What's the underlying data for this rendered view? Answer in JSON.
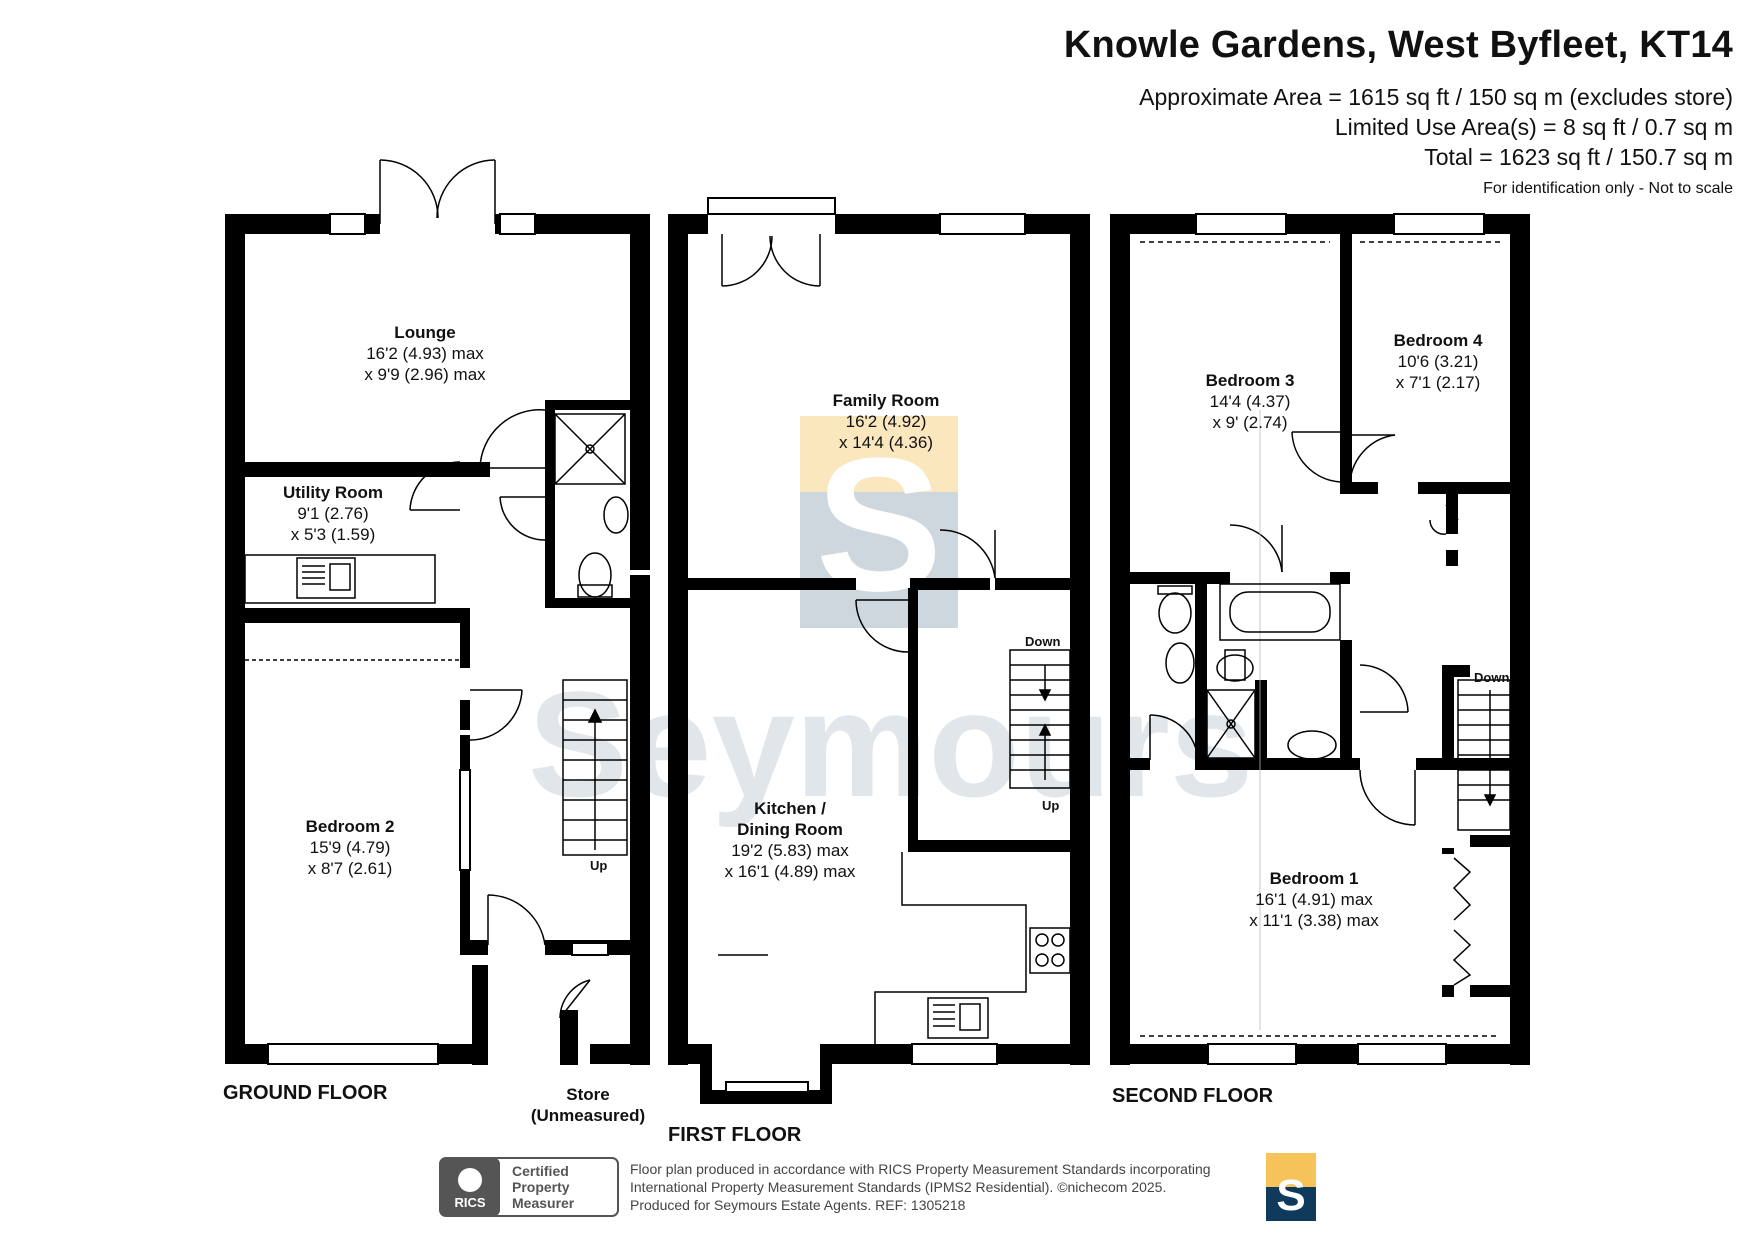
{
  "header": {
    "title": "Knowle Gardens, West Byfleet, KT14",
    "approx_area": "Approximate Area = 1615 sq ft / 150 sq m (excludes store)",
    "limited_area": "Limited Use Area(s) = 8 sq ft / 0.7 sq m",
    "total_area": "Total = 1623 sq ft / 150.7 sq m",
    "note": "For identification only - Not to scale"
  },
  "floors": {
    "ground": "GROUND FLOOR",
    "first": "FIRST FLOOR",
    "second": "SECOND FLOOR"
  },
  "rooms": {
    "lounge": {
      "name": "Lounge",
      "dim1": "16'2 (4.93) max",
      "dim2": "x 9'9 (2.96) max"
    },
    "utility": {
      "name": "Utility Room",
      "dim1": "9'1 (2.76)",
      "dim2": "x 5'3 (1.59)"
    },
    "bedroom2": {
      "name": "Bedroom 2",
      "dim1": "15'9 (4.79)",
      "dim2": "x 8'7 (2.61)"
    },
    "store": {
      "name": "Store",
      "dim1": "(Unmeasured)"
    },
    "family": {
      "name": "Family Room",
      "dim1": "16'2 (4.92)",
      "dim2": "x 14'4 (4.36)"
    },
    "kitchen": {
      "name": "Kitchen /",
      "name2": "Dining Room",
      "dim1": "19'2 (5.83) max",
      "dim2": "x 16'1 (4.89) max"
    },
    "bedroom3": {
      "name": "Bedroom 3",
      "dim1": "14'4 (4.37)",
      "dim2": "x 9' (2.74)"
    },
    "bedroom4": {
      "name": "Bedroom 4",
      "dim1": "10'6 (3.21)",
      "dim2": "x 7'1 (2.17)"
    },
    "bedroom1": {
      "name": "Bedroom 1",
      "dim1": "16'1 (4.91) max",
      "dim2": "x 11'1 (3.38) max"
    }
  },
  "stairs": {
    "up": "Up",
    "down": "Down"
  },
  "watermark": {
    "text": "Seymours",
    "logo_letter": "S"
  },
  "footer": {
    "badge_line1": "Certified",
    "badge_line2": "Property",
    "badge_line3": "Measurer",
    "rics": "RICS",
    "line1": "Floor plan produced in accordance with RICS Property Measurement Standards incorporating",
    "line2": "International Property Measurement Standards (IPMS2 Residential).   ©nichecom 2025.",
    "line3": "Produced for Seymours Estate Agents.    REF:  1305218",
    "logo_letter": "S"
  },
  "colors": {
    "wall": "#000000",
    "watermark": "#c9d3db",
    "logo_top": "#f6c25a",
    "logo_bottom": "#0f3a5c"
  }
}
